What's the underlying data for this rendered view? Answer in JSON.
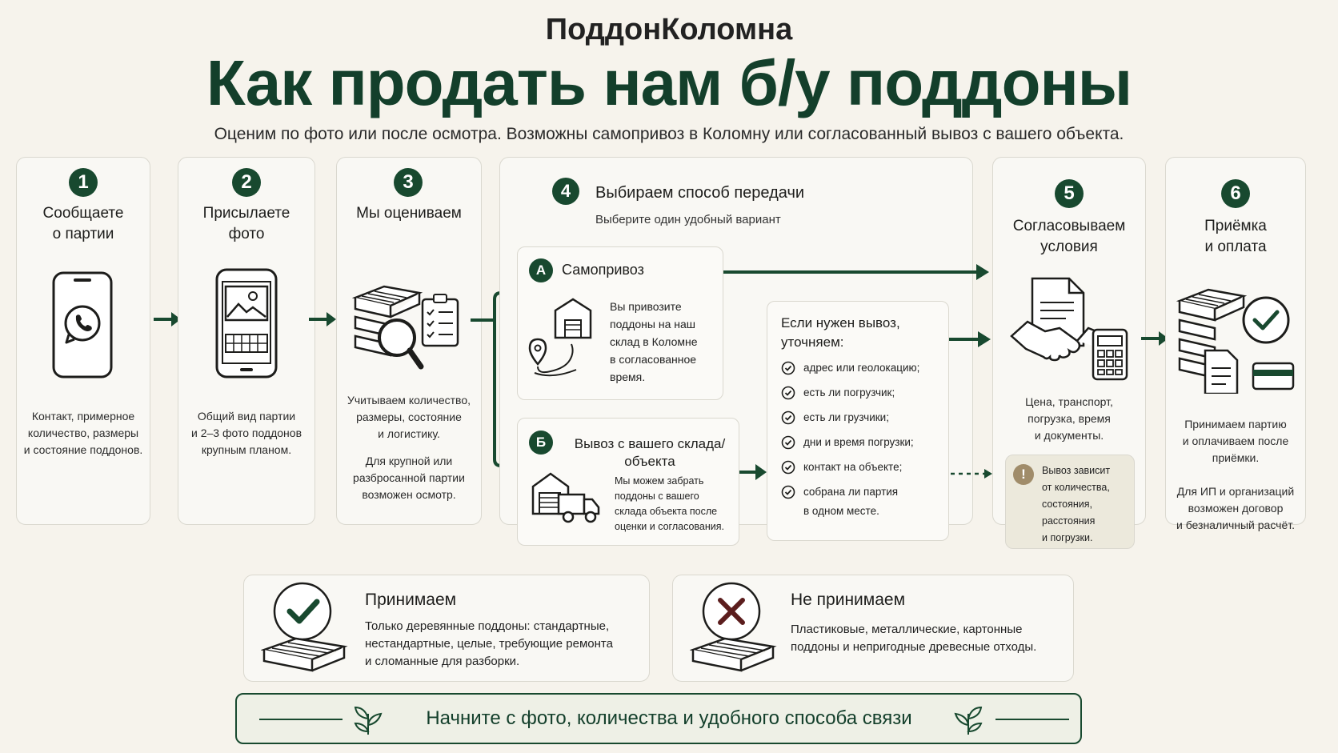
{
  "header": {
    "brand": "ПоддонКоломна",
    "title": "Как продать нам б/у поддоны",
    "subtitle": "Оценим по фото или после осмотра. Возможны самопривоз в Коломну или согласованный вывоз с вашего объекта."
  },
  "steps": [
    {
      "num": "1",
      "title": [
        "Сообщаете",
        "о партии"
      ],
      "desc": [
        "Контакт, примерное",
        "количество, размеры",
        "и состояние поддонов."
      ],
      "icon": "whatsapp-phone-icon"
    },
    {
      "num": "2",
      "title": [
        "Присылаете",
        "фото"
      ],
      "desc": [
        "Общий вид партии",
        "и 2–3 фото поддонов",
        "крупным планом."
      ],
      "icon": "phone-photo-icon"
    },
    {
      "num": "3",
      "title": [
        "Мы оцениваем"
      ],
      "desc": [
        "Учитываем количество,",
        "размеры, состояние",
        "и логистику."
      ],
      "desc2": [
        "Для крупной или",
        "разбросанной партии",
        "возможен осмотр."
      ],
      "icon": "pallet-inspection-icon"
    },
    {
      "num": "4",
      "title": [
        "Выбираем способ передачи"
      ],
      "sub": "Выберите один удобный вариант"
    },
    {
      "num": "5",
      "title": [
        "Согласовываем",
        "условия"
      ],
      "desc": [
        "Цена, транспорт,",
        "погрузка, время",
        "и документы."
      ],
      "icon": "handshake-contract-icon"
    },
    {
      "num": "6",
      "title": [
        "Приёмка",
        "и оплата"
      ],
      "desc": [
        "Принимаем партию",
        "и оплачиваем после",
        "приёмки."
      ],
      "desc2": [
        "Для ИП и организаций",
        "возможен договор",
        "и безналичный расчёт."
      ],
      "icon": "pallet-payment-icon"
    }
  ],
  "options": {
    "a": {
      "letter": "А",
      "title": "Самопривоз",
      "desc": [
        "Вы привозите",
        "поддоны на наш",
        "склад в Коломне",
        "в согласованное",
        "время."
      ]
    },
    "b": {
      "letter": "Б",
      "title": [
        "Вывоз с вашего склада/",
        "объекта"
      ],
      "desc": [
        "Мы можем забрать",
        "поддоны с вашего",
        "склада объекта после",
        "оценки и согласования."
      ]
    }
  },
  "checklist": {
    "title": [
      "Если нужен вывоз,",
      "уточняем:"
    ],
    "items": [
      "адрес или геолокацию;",
      "есть ли погрузчик;",
      "есть ли грузчики;",
      "дни и время погрузки;",
      "контакт на объекте;",
      "собрана ли партия"
    ],
    "last_extra": "в одном месте."
  },
  "note": [
    "Вывоз зависит",
    "от количества,",
    "состояния,",
    "расстояния",
    "и погрузки."
  ],
  "accept": {
    "title": "Принимаем",
    "text": [
      "Только деревянные поддоны: стандартные,",
      "нестандартные, целые, требующие ремонта",
      "и сломанные для разборки."
    ]
  },
  "reject": {
    "title": "Не принимаем",
    "text": [
      "Пластиковые, металлические, картонные",
      "поддоны и непригодные древесные отходы."
    ]
  },
  "cta": "Начните с фото, количества и удобного способа связи",
  "colors": {
    "accent": "#18492f",
    "title": "#133f2b",
    "background": "#f6f3ec",
    "reject": "#5b1d1d",
    "note_bg": "#ece9dc"
  }
}
